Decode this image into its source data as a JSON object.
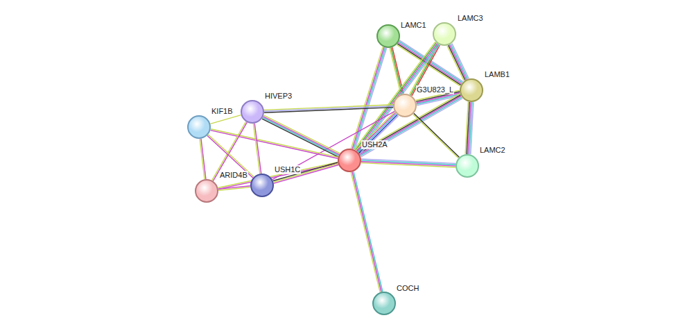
{
  "diagram": {
    "nodes": [
      {
        "text": [
          "LAMC1"
        ]
      },
      {
        "text": [
          "LAMC3"
        ]
      },
      {
        "text": [
          "LAMB1"
        ]
      },
      {
        "text": [
          "G3U823_L"
        ]
      },
      {
        "text": [
          "HIVEP3"
        ]
      },
      {
        "text": [
          "KIF1B"
        ]
      },
      {
        "text": [
          "USH2A"
        ]
      },
      {
        "text": [
          "LAMC2"
        ]
      },
      {
        "text": [
          "USH1C"
        ]
      },
      {
        "text": [
          "ARID4B"
        ]
      },
      {
        "text": [
          "COCH"
        ]
      }
    ],
    "edges": [
      {
        "from": 0,
        "to": 2,
        "arrow": "none"
      },
      {
        "from": 0,
        "to": 6,
        "arrow": "none"
      },
      {
        "from": 0,
        "to": 3,
        "arrow": "none"
      },
      {
        "from": 1,
        "to": 2,
        "arrow": "none"
      },
      {
        "from": 1,
        "to": 3,
        "arrow": "none"
      },
      {
        "from": 1,
        "to": 6,
        "arrow": "none"
      },
      {
        "from": 2,
        "to": 3,
        "arrow": "none"
      },
      {
        "from": 2,
        "to": 6,
        "arrow": "none"
      },
      {
        "from": 2,
        "to": 7,
        "arrow": "none"
      },
      {
        "from": 3,
        "to": 7,
        "arrow": "none"
      },
      {
        "from": 3,
        "to": 6,
        "arrow": "none"
      },
      {
        "from": 3,
        "to": 4,
        "arrow": "none"
      },
      {
        "from": 3,
        "to": 8,
        "arrow": "none"
      },
      {
        "from": 6,
        "to": 7,
        "arrow": "none"
      },
      {
        "from": 6,
        "to": 10,
        "arrow": "none"
      },
      {
        "from": 6,
        "to": 4,
        "arrow": "none"
      },
      {
        "from": 6,
        "to": 5,
        "arrow": "none"
      },
      {
        "from": 6,
        "to": 9,
        "arrow": "none"
      },
      {
        "from": 6,
        "to": 8,
        "arrow": "none"
      },
      {
        "from": 4,
        "to": 5,
        "arrow": "none"
      },
      {
        "from": 4,
        "to": 9,
        "arrow": "none"
      },
      {
        "from": 4,
        "to": 8,
        "arrow": "none"
      },
      {
        "from": 5,
        "to": 9,
        "arrow": "none"
      },
      {
        "from": 5,
        "to": 8,
        "arrow": "none"
      },
      {
        "from": 9,
        "to": 8,
        "arrow": "none"
      }
    ]
  }
}
